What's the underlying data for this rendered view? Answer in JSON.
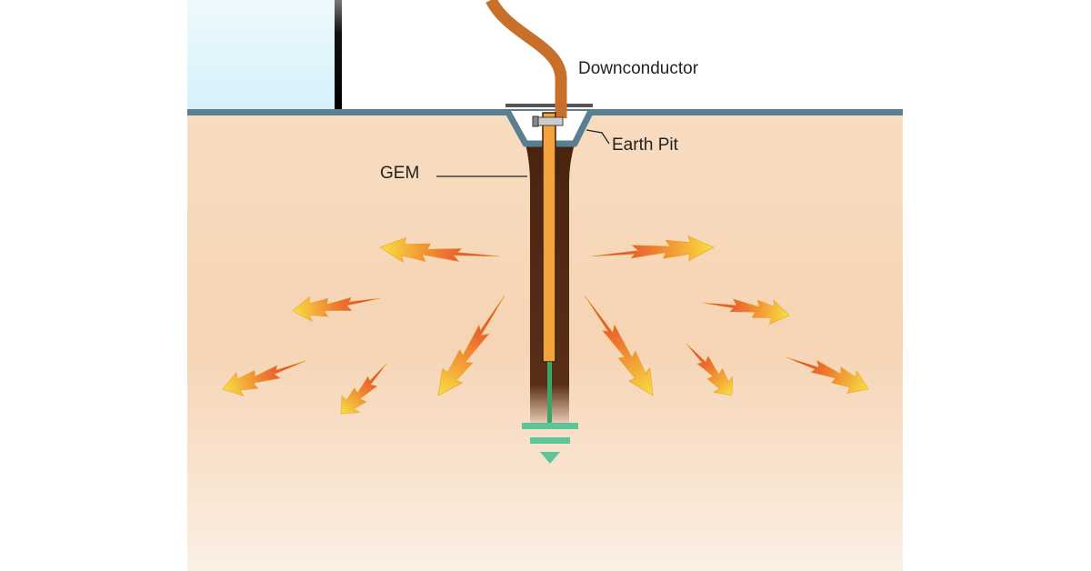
{
  "diagram": {
    "labels": {
      "downconductor": "Downconductor",
      "earth_pit": "Earth Pit",
      "gem": "GEM"
    },
    "colors": {
      "sky": "#dff4fb",
      "soil_top": "#f7d6b4",
      "soil_bottom": "#fbeee2",
      "ground_line": "#5a7f90",
      "cable": "#c8702a",
      "rod": "#f4a23c",
      "gem_fill": "#4a2410",
      "earth_symbol": "#5cc59a",
      "bolt_tail": "#d8283a",
      "bolt_head": "#f8e040"
    }
  }
}
